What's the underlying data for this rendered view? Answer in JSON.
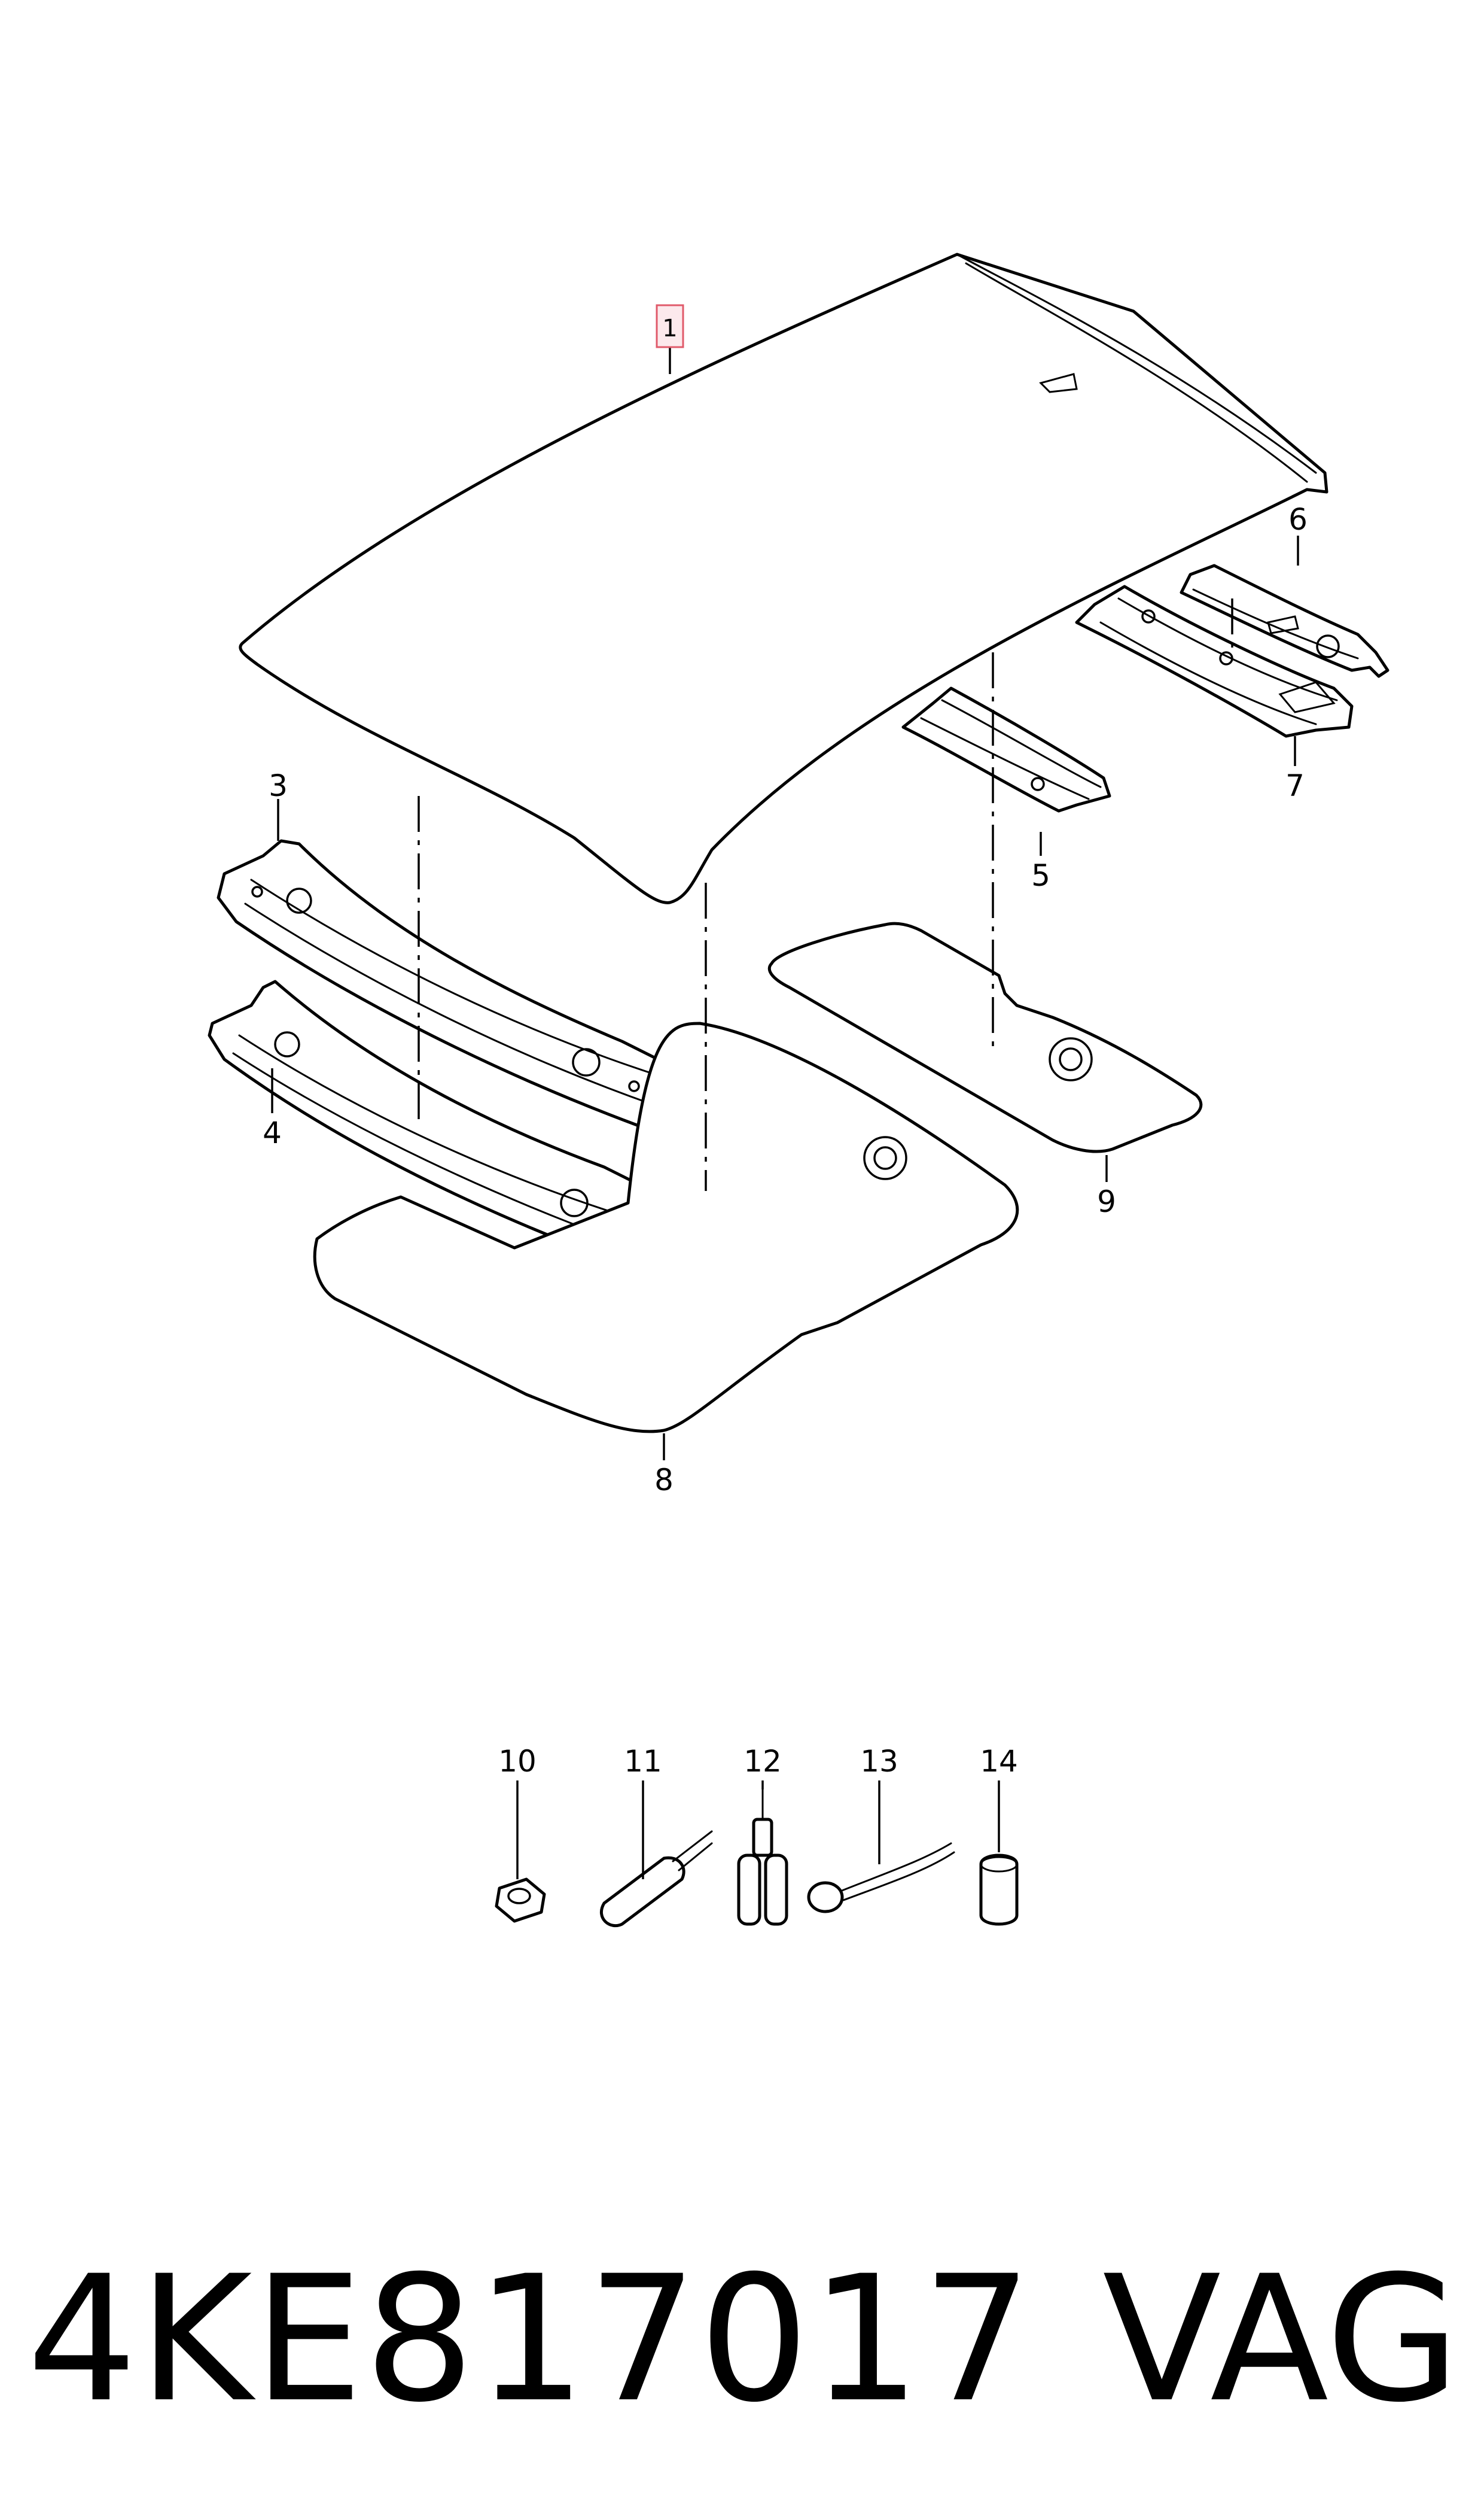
{
  "diagram": {
    "callouts": [
      {
        "id": "1",
        "label": "1",
        "highlighted": true,
        "highlight_color": "#e05a6a"
      },
      {
        "id": "3",
        "label": "3"
      },
      {
        "id": "4",
        "label": "4"
      },
      {
        "id": "5",
        "label": "5"
      },
      {
        "id": "6",
        "label": "6"
      },
      {
        "id": "7",
        "label": "7"
      },
      {
        "id": "8",
        "label": "8"
      },
      {
        "id": "9",
        "label": "9"
      },
      {
        "id": "10",
        "label": "10"
      },
      {
        "id": "11",
        "label": "11"
      },
      {
        "id": "12",
        "label": "12"
      },
      {
        "id": "13",
        "label": "13"
      },
      {
        "id": "14",
        "label": "14"
      }
    ]
  },
  "footer": {
    "part_number": "4KE817017",
    "brand": "VAG"
  }
}
